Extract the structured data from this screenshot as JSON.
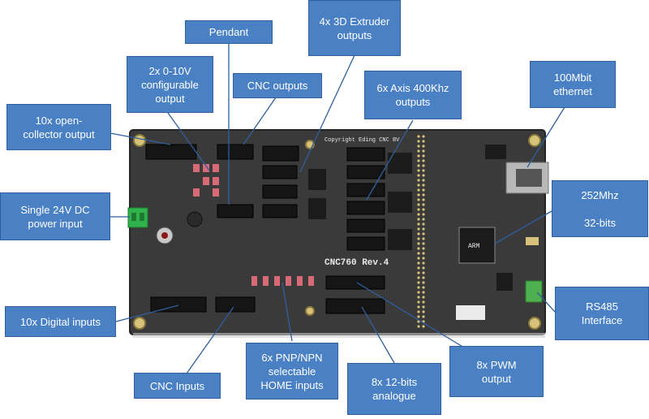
{
  "board": {
    "model_label": "CNC760 Rev.4",
    "copyright": "Copyright Eding CNC BV",
    "chip_label": "ARM"
  },
  "callouts": {
    "pendant": "Pendant",
    "extruder": "4x 3D Extruder\noutputs",
    "zero_ten_v": "2x 0-10V\nconfigurable\noutput",
    "cnc_outputs": "CNC outputs",
    "axis": "6x Axis 400Khz\noutputs",
    "ethernet": "100Mbit\nethernet",
    "open_collector": "10x open-\ncollector output",
    "power": "Single 24V DC\npower input",
    "cpu": "252Mhz\n\n32-bits",
    "rs485": "RS485\nInterface",
    "digital_inputs": "10x Digital inputs",
    "cnc_inputs": "CNC Inputs",
    "home_inputs": "6x PNP/NPN\nselectable\nHOME inputs",
    "analogue": "8x 12-bits\nanalogue",
    "pwm": "8x PWM\noutput"
  },
  "colors": {
    "callout_fill": "#4a80c4",
    "callout_border": "#2f5f9e",
    "pcb": "#3a3a3a",
    "connector": "#151515",
    "power_terminal": "#2fb34a",
    "rs485_terminal": "#4fb04f",
    "jumper": "#d86a78",
    "leader_line": "#2f5f9e"
  }
}
